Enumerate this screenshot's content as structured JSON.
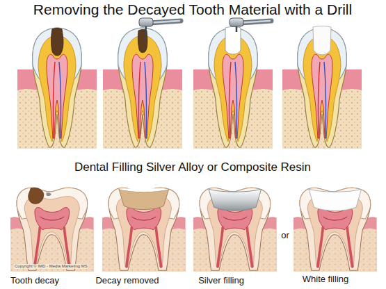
{
  "diagram": {
    "title": "Removing the Decayed Tooth Material with a Drill",
    "labels": [
      "Dental Filling Silver Alloy or Composite Resin",
      "Tooth decay",
      "Decay removed",
      "Silver filling",
      "or",
      "White filling",
      "Copyright © IMD - Media Marketing MS"
    ]
  }
}
